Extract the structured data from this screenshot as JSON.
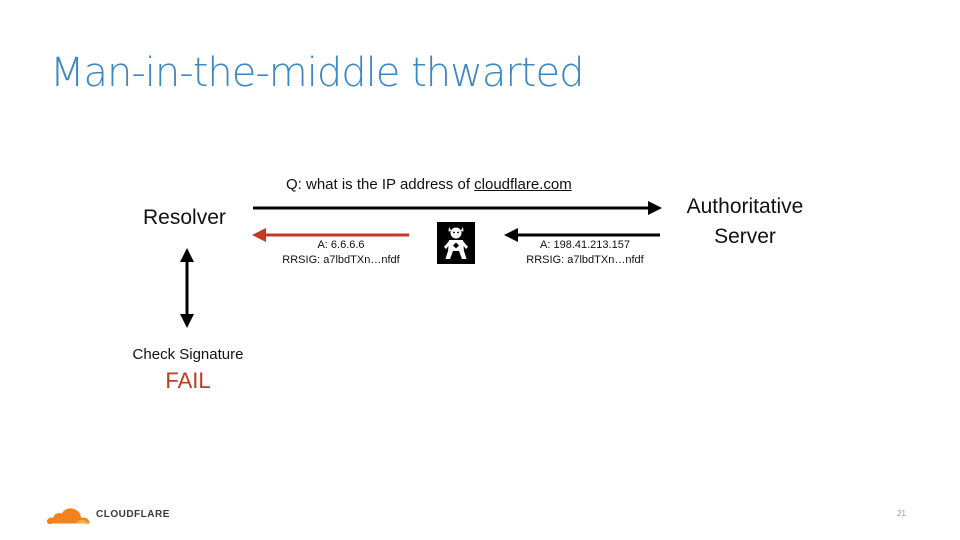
{
  "slide": {
    "title": "Man-in-the-middle thwarted",
    "page_number": "21"
  },
  "diagram": {
    "resolver_label": "Resolver",
    "authoritative_label_line1": "Authoritative",
    "authoritative_label_line2": "Server",
    "query_prefix": "Q: what is the IP address of ",
    "query_domain": "cloudflare.com",
    "attacker_response": {
      "answer": "A: 6.6.6.6",
      "signature": "RRSIG: a7lbdTXn…nfdf"
    },
    "authoritative_response": {
      "answer": "A: 198.41.213.157",
      "signature": "RRSIG: a7lbdTXn…nfdf"
    },
    "check_label": "Check Signature",
    "result_label": "FAIL",
    "attacker_icon": "baby-attacker-icon"
  },
  "branding": {
    "logo_text": "CLOUDFLARE",
    "logo_icon": "cloud-logo-icon"
  },
  "colors": {
    "title": "#3a87c4",
    "fail": "#c33a1f",
    "attacker_arrow": "#c33a1f",
    "arrow": "#000000",
    "logo_orange": "#f48120",
    "logo_light": "#faad3f"
  }
}
